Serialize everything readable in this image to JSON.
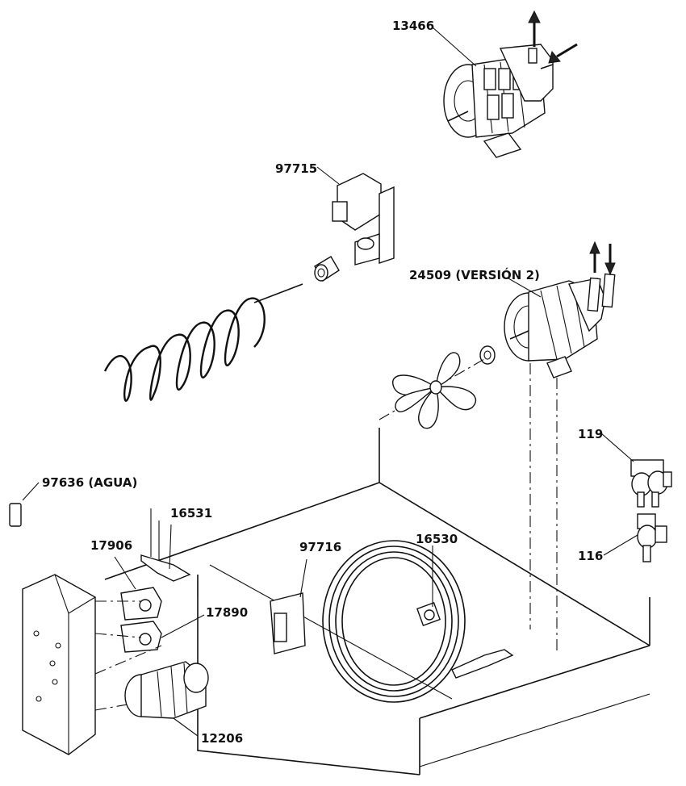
{
  "diagram": {
    "labels": {
      "motor_13466": "13466",
      "part_97715": "97715",
      "motor_24509": "24509 (VERSIÓN 2)",
      "valve_119": "119",
      "valve_116": "116",
      "part_97636": "97636 (AGUA)",
      "part_16531": "16531",
      "part_17906": "17906",
      "part_97716": "97716",
      "part_16530": "16530",
      "part_17890": "17890",
      "part_12206": "12206"
    }
  }
}
